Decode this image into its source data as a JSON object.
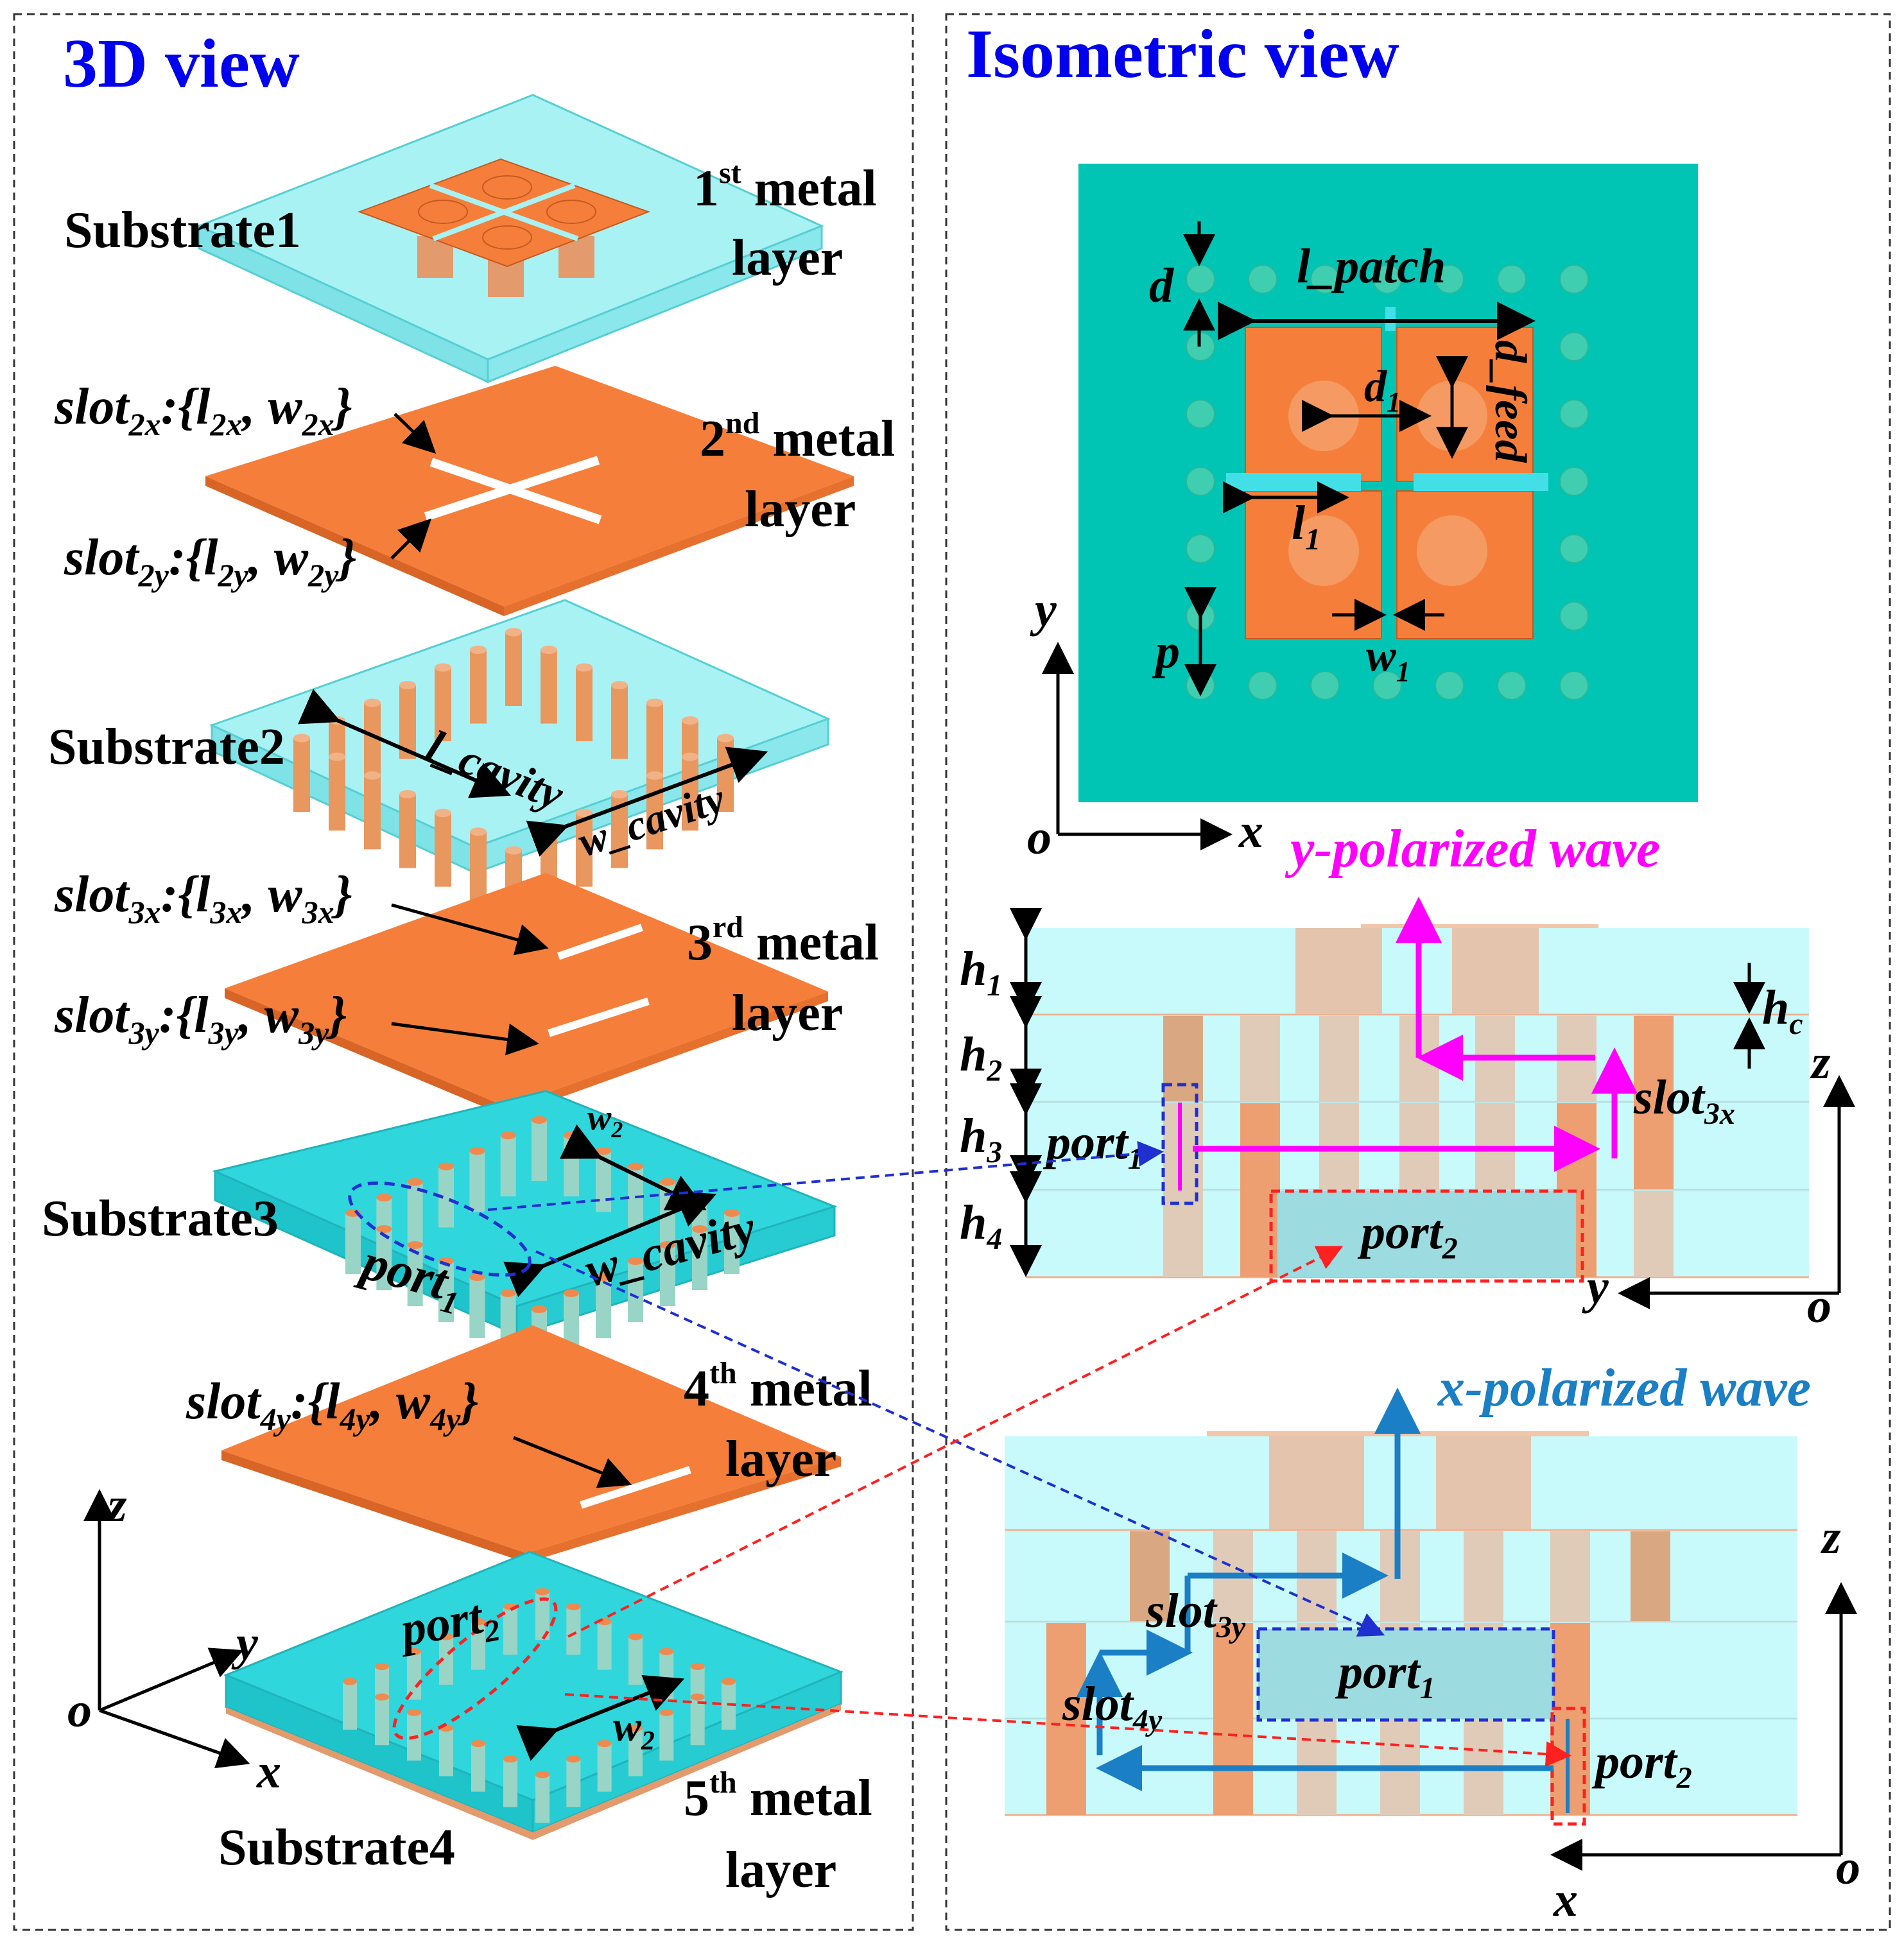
{
  "colors": {
    "substrate": "#9ff0f2",
    "substrate_edge": "#3ec9cf",
    "metal": "#f57f3a",
    "metal_dark": "#e0672a",
    "via": "#e39a6d",
    "top_view_bg": "#00c4b4",
    "title_blue": "#0000ee",
    "y_wave": "#ff00ff",
    "x_wave": "#1a7fc4",
    "port1_line": "#1f2fd0",
    "port2_line": "#ff2020"
  },
  "left_panel": {
    "title": "3D view",
    "layers": {
      "substrate1": "Substrate1",
      "metal1": {
        "ord": "1",
        "sup": "st",
        "word": "metal",
        "line2": "layer"
      },
      "slot2x": {
        "pre": "slot",
        "sub": "2x",
        "mid": ":{l",
        "sub2": "2x",
        "comma": ", w",
        "sub3": "2x",
        "end": "}"
      },
      "slot2y": {
        "pre": "slot",
        "sub": "2y",
        "mid": ":{l",
        "sub2": "2y",
        "comma": ", w",
        "sub3": "2y",
        "end": "}"
      },
      "metal2": {
        "ord": "2",
        "sup": "nd",
        "word": "metal",
        "line2": "layer"
      },
      "substrate2": "Substrate2",
      "l_cavity": "l_cavity",
      "w_cavity": "w_cavity",
      "slot3x": {
        "pre": "slot",
        "sub": "3x",
        "mid": ":{l",
        "sub2": "3x",
        "comma": ", w",
        "sub3": "3x",
        "end": "}"
      },
      "slot3y": {
        "pre": "slot",
        "sub": "3y",
        "mid": ":{l",
        "sub2": "3y",
        "comma": ", w",
        "sub3": "3y",
        "end": "}"
      },
      "metal3": {
        "ord": "3",
        "sup": "rd",
        "word": "metal",
        "line2": "layer"
      },
      "substrate3": "Substrate3",
      "w2": {
        "main": "w",
        "sub": "2"
      },
      "w_cavity_2": "w_cavity",
      "port1": {
        "main": "port",
        "sub": "1"
      },
      "slot4y": {
        "pre": "slot",
        "sub": "4y",
        "mid": ":{l",
        "sub2": "4y",
        "comma": ", w",
        "sub3": "4y",
        "end": "}"
      },
      "metal4": {
        "ord": "4",
        "sup": "th",
        "word": "metal",
        "line2": "layer"
      },
      "port2": {
        "main": "port",
        "sub": "2"
      },
      "w2b": {
        "main": "w",
        "sub": "2"
      },
      "metal5": {
        "ord": "5",
        "sup": "th",
        "word": "metal",
        "line2": "layer"
      },
      "substrate4": "Substrate4"
    },
    "axes": {
      "z": "z",
      "y": "y",
      "x": "x",
      "o": "o"
    }
  },
  "right_panel": {
    "title": "Isometric view",
    "top_view": {
      "d": "d",
      "l_patch": "l_patch",
      "d_feed": "d_feed",
      "d1": {
        "main": "d",
        "sub": "1"
      },
      "l1": {
        "main": "l",
        "sub": "1"
      },
      "p": "p",
      "w1": {
        "main": "w",
        "sub": "1"
      },
      "axes": {
        "y": "y",
        "x": "x",
        "o": "o"
      }
    },
    "y_section": {
      "title": "y-polarized wave",
      "h1": {
        "main": "h",
        "sub": "1"
      },
      "h2": {
        "main": "h",
        "sub": "2"
      },
      "h3": {
        "main": "h",
        "sub": "3"
      },
      "h4": {
        "main": "h",
        "sub": "4"
      },
      "hc": {
        "main": "h",
        "sub": "c"
      },
      "port1": {
        "main": "port",
        "sub": "1"
      },
      "port2": {
        "main": "port",
        "sub": "2"
      },
      "slot3x": {
        "main": "slot",
        "sub": "3x"
      },
      "axes": {
        "z": "z",
        "y": "y",
        "o": "o"
      }
    },
    "x_section": {
      "title": "x-polarized wave",
      "slot3y": {
        "main": "slot",
        "sub": "3y"
      },
      "slot4y": {
        "main": "slot",
        "sub": "4y"
      },
      "port1": {
        "main": "port",
        "sub": "1"
      },
      "port2": {
        "main": "port",
        "sub": "2"
      },
      "axes": {
        "z": "z",
        "x": "x",
        "o": "o"
      }
    }
  }
}
